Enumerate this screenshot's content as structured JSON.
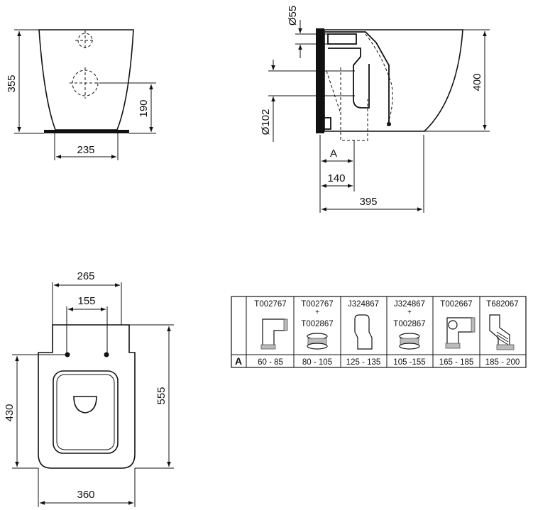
{
  "front_view": {
    "height": "355",
    "outlet_height": "190",
    "base_width": "235"
  },
  "side_view": {
    "inlet_diameter": "Ø55",
    "outlet_diameter": "Ø102",
    "depth": "400",
    "offset_a": "A",
    "offset": "140",
    "length": "395"
  },
  "top_view": {
    "fixing_outer": "265",
    "fixing_inner": "155",
    "length": "555",
    "seat_length": "430",
    "width": "360"
  },
  "connector_table": {
    "row_label": "A",
    "columns": [
      {
        "code": "T002767",
        "plus": "",
        "code2": "",
        "range": "60 - 85",
        "icon": "pan-connector-bend-icon"
      },
      {
        "code": "T002767",
        "plus": "+",
        "code2": "T002867",
        "range": "80 - 105",
        "icon": "pan-connector-extension-icon"
      },
      {
        "code": "J324867",
        "plus": "",
        "code2": "",
        "range": "125 - 135",
        "icon": "pan-connector-offset-icon"
      },
      {
        "code": "J324867",
        "plus": "+",
        "code2": "T002867",
        "range": "105 -155",
        "icon": "pan-connector-offset-extension-icon"
      },
      {
        "code": "T002667",
        "plus": "",
        "code2": "",
        "range": "165 - 185",
        "icon": "pan-connector-long-bend-icon"
      },
      {
        "code": "T682067",
        "plus": "",
        "code2": "",
        "range": "185 - 200",
        "icon": "pan-connector-flexible-icon"
      }
    ]
  }
}
